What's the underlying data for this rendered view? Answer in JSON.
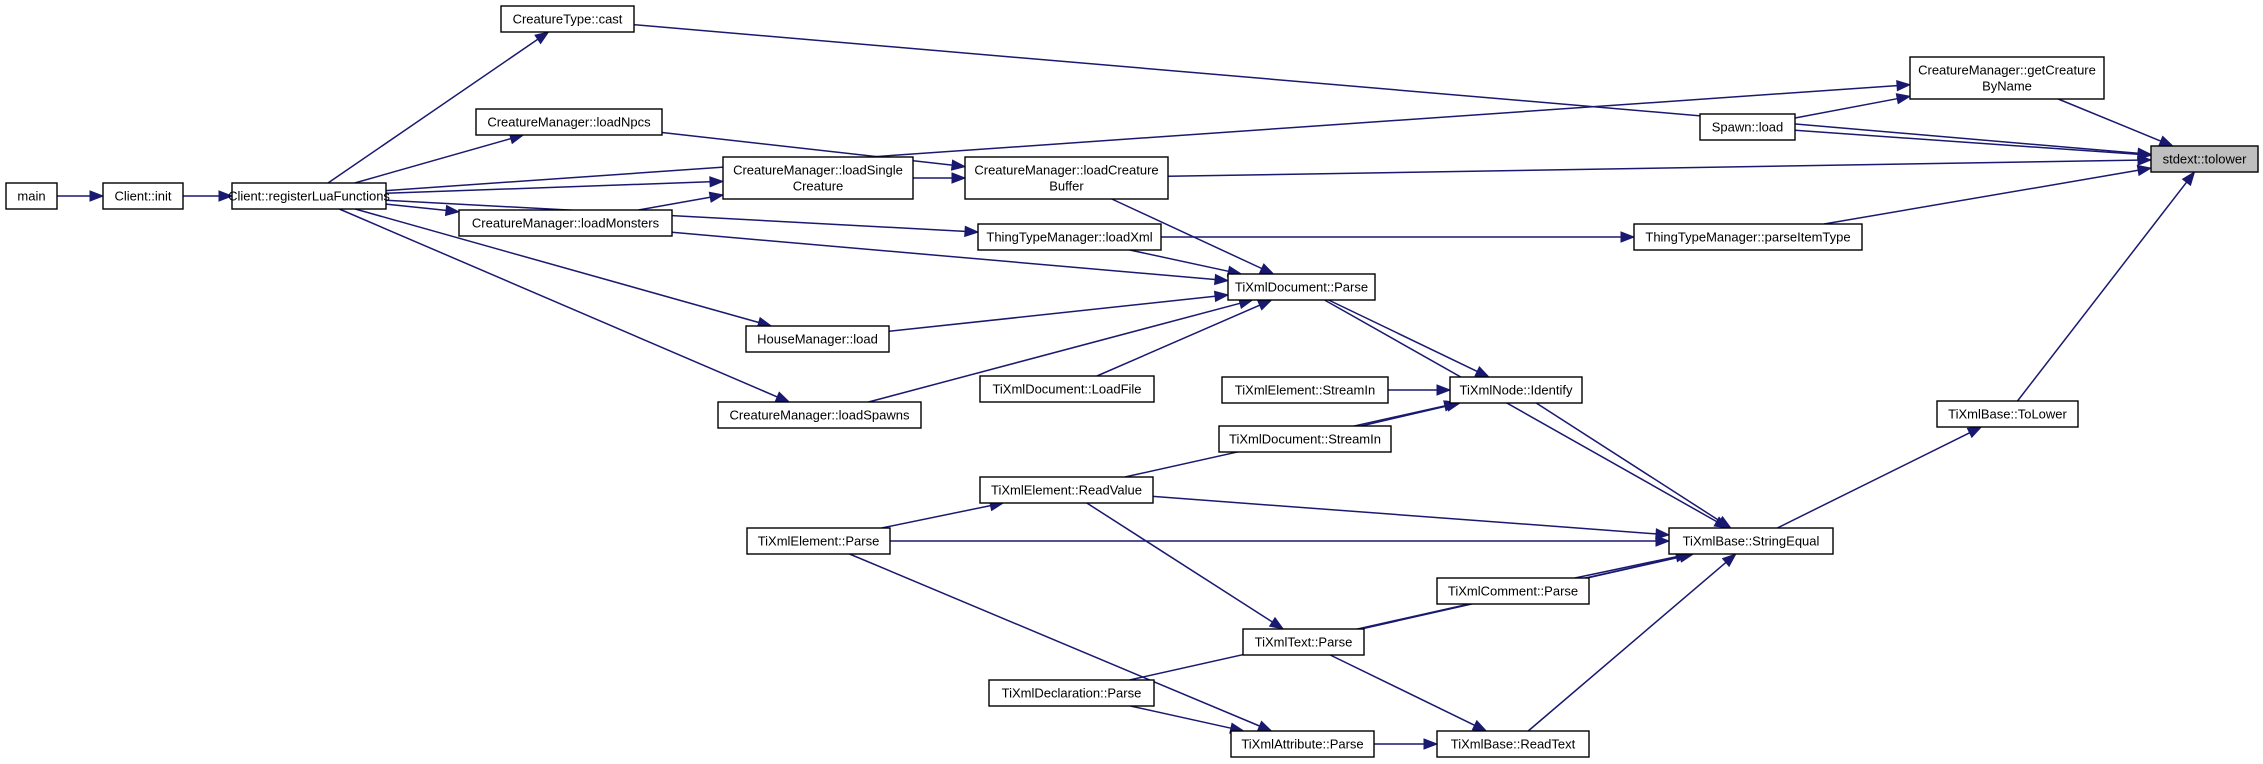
{
  "diagram": {
    "nodes": [
      {
        "id": "main",
        "label": [
          "main"
        ]
      },
      {
        "id": "client_init",
        "label": [
          "Client::init"
        ]
      },
      {
        "id": "register",
        "label": [
          "Client::registerLuaFunctions"
        ]
      },
      {
        "id": "ct_cast",
        "label": [
          "CreatureType::cast"
        ]
      },
      {
        "id": "cm_npcs",
        "label": [
          "CreatureManager::loadNpcs"
        ]
      },
      {
        "id": "cm_single",
        "label": [
          "CreatureManager::loadSingle",
          "Creature"
        ]
      },
      {
        "id": "cm_monsters",
        "label": [
          "CreatureManager::loadMonsters"
        ]
      },
      {
        "id": "cm_buffer",
        "label": [
          "CreatureManager::loadCreature",
          "Buffer"
        ]
      },
      {
        "id": "cm_getbyname",
        "label": [
          "CreatureManager::getCreature",
          "ByName"
        ]
      },
      {
        "id": "spawn_load",
        "label": [
          "Spawn::load"
        ]
      },
      {
        "id": "tolower",
        "label": [
          "stdext::tolower"
        ],
        "highlight": true
      },
      {
        "id": "ttm_loadxml",
        "label": [
          "ThingTypeManager::loadXml"
        ]
      },
      {
        "id": "ttm_parseitem",
        "label": [
          "ThingTypeManager::parseItemType"
        ]
      },
      {
        "id": "txdoc_parse",
        "label": [
          "TiXmlDocument::Parse"
        ]
      },
      {
        "id": "hm_load",
        "label": [
          "HouseManager::load"
        ]
      },
      {
        "id": "txdoc_loadfile",
        "label": [
          "TiXmlDocument::LoadFile"
        ]
      },
      {
        "id": "txel_streamin",
        "label": [
          "TiXmlElement::StreamIn"
        ]
      },
      {
        "id": "txnode_identify",
        "label": [
          "TiXmlNode::Identify"
        ]
      },
      {
        "id": "cm_spawns",
        "label": [
          "CreatureManager::loadSpawns"
        ]
      },
      {
        "id": "txdoc_streamin",
        "label": [
          "TiXmlDocument::StreamIn"
        ]
      },
      {
        "id": "txbase_tolower",
        "label": [
          "TiXmlBase::ToLower"
        ]
      },
      {
        "id": "txel_readvalue",
        "label": [
          "TiXmlElement::ReadValue"
        ]
      },
      {
        "id": "txel_parse",
        "label": [
          "TiXmlElement::Parse"
        ]
      },
      {
        "id": "txbase_strequal",
        "label": [
          "TiXmlBase::StringEqual"
        ]
      },
      {
        "id": "txcomment_parse",
        "label": [
          "TiXmlComment::Parse"
        ]
      },
      {
        "id": "txtext_parse",
        "label": [
          "TiXmlText::Parse"
        ]
      },
      {
        "id": "txdecl_parse",
        "label": [
          "TiXmlDeclaration::Parse"
        ]
      },
      {
        "id": "txattr_parse",
        "label": [
          "TiXmlAttribute::Parse"
        ]
      },
      {
        "id": "txbase_readtext",
        "label": [
          "TiXmlBase::ReadText"
        ]
      }
    ],
    "edges": [
      {
        "from": "main",
        "to": "client_init"
      },
      {
        "from": "client_init",
        "to": "register"
      },
      {
        "from": "register",
        "to": "ct_cast"
      },
      {
        "from": "register",
        "to": "cm_getbyname"
      },
      {
        "from": "register",
        "to": "cm_npcs"
      },
      {
        "from": "register",
        "to": "cm_single"
      },
      {
        "from": "register",
        "to": "cm_monsters"
      },
      {
        "from": "register",
        "to": "ttm_loadxml"
      },
      {
        "from": "register",
        "to": "hm_load"
      },
      {
        "from": "register",
        "to": "cm_spawns"
      },
      {
        "from": "ct_cast",
        "to": "tolower"
      },
      {
        "from": "cm_getbyname",
        "to": "tolower"
      },
      {
        "from": "spawn_load",
        "to": "cm_getbyname"
      },
      {
        "from": "spawn_load",
        "to": "tolower"
      },
      {
        "from": "cm_npcs",
        "to": "cm_buffer"
      },
      {
        "from": "cm_single",
        "to": "cm_buffer"
      },
      {
        "from": "cm_monsters",
        "to": "cm_single"
      },
      {
        "from": "cm_monsters",
        "to": "txdoc_parse"
      },
      {
        "from": "cm_buffer",
        "to": "tolower"
      },
      {
        "from": "cm_buffer",
        "to": "txdoc_parse"
      },
      {
        "from": "ttm_loadxml",
        "to": "ttm_parseitem"
      },
      {
        "from": "ttm_loadxml",
        "to": "txdoc_parse"
      },
      {
        "from": "ttm_parseitem",
        "to": "tolower"
      },
      {
        "from": "hm_load",
        "to": "txdoc_parse"
      },
      {
        "from": "txdoc_loadfile",
        "to": "txdoc_parse"
      },
      {
        "from": "cm_spawns",
        "to": "txdoc_parse"
      },
      {
        "from": "txdoc_parse",
        "to": "txnode_identify"
      },
      {
        "from": "txdoc_parse",
        "to": "txbase_strequal"
      },
      {
        "from": "txel_streamin",
        "to": "txnode_identify"
      },
      {
        "from": "txdoc_streamin",
        "to": "txnode_identify"
      },
      {
        "from": "txel_readvalue",
        "to": "txnode_identify"
      },
      {
        "from": "txel_readvalue",
        "to": "txbase_strequal"
      },
      {
        "from": "txel_readvalue",
        "to": "txtext_parse"
      },
      {
        "from": "txnode_identify",
        "to": "txbase_strequal"
      },
      {
        "from": "txbase_strequal",
        "to": "txbase_tolower"
      },
      {
        "from": "txbase_tolower",
        "to": "tolower"
      },
      {
        "from": "txel_parse",
        "to": "txel_readvalue"
      },
      {
        "from": "txel_parse",
        "to": "txbase_strequal"
      },
      {
        "from": "txel_parse",
        "to": "txattr_parse"
      },
      {
        "from": "txcomment_parse",
        "to": "txbase_strequal"
      },
      {
        "from": "txtext_parse",
        "to": "txbase_strequal"
      },
      {
        "from": "txtext_parse",
        "to": "txbase_readtext"
      },
      {
        "from": "txdecl_parse",
        "to": "txbase_strequal"
      },
      {
        "from": "txdecl_parse",
        "to": "txattr_parse"
      },
      {
        "from": "txattr_parse",
        "to": "txbase_readtext"
      },
      {
        "from": "txbase_readtext",
        "to": "txbase_strequal"
      }
    ]
  }
}
